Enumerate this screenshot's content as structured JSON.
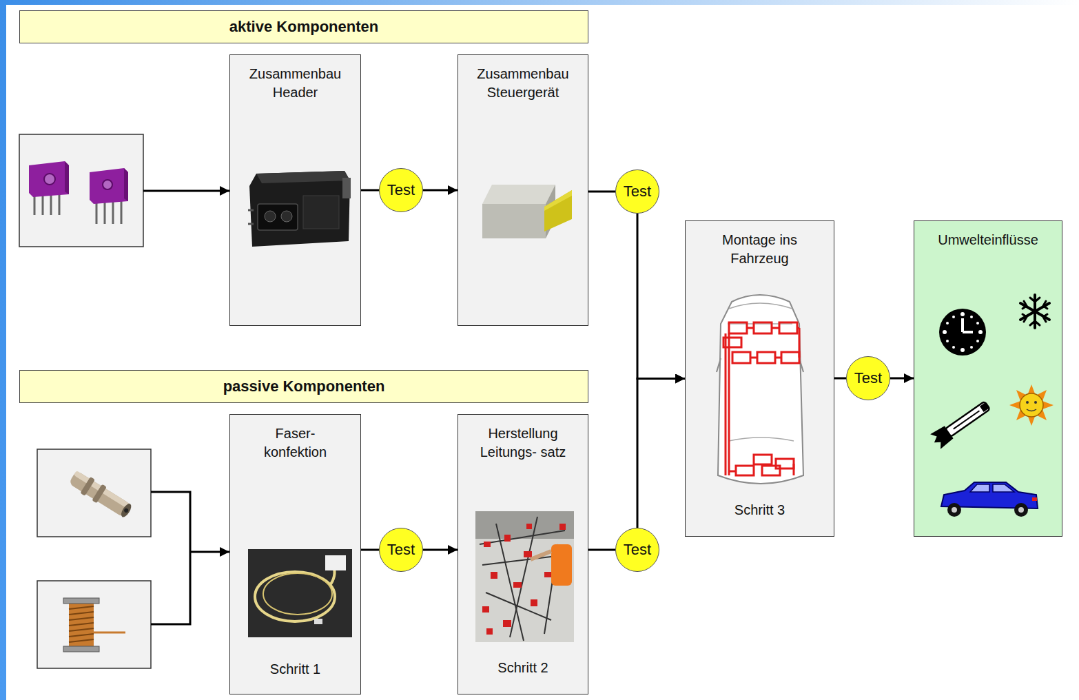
{
  "diagram": {
    "nodes": [
      {
        "text": [
          "aktive Komponenten"
        ]
      },
      {
        "text": [
          "Zusammenbau Header"
        ]
      },
      {
        "text": [
          "Test"
        ]
      },
      {
        "text": [
          "Zusammenbau Steuergerät"
        ]
      },
      {
        "text": [
          "Test"
        ]
      },
      {
        "text": [
          "passive Komponenten"
        ]
      },
      {
        "text": [
          "Faser- konfektion",
          "Schritt 1"
        ]
      },
      {
        "text": [
          "Test"
        ]
      },
      {
        "text": [
          "Herstellung Leitungs- satz",
          "Schritt 2"
        ]
      },
      {
        "text": [
          "Test"
        ]
      },
      {
        "text": [
          "Montage ins Fahrzeug",
          "Schritt 3"
        ]
      },
      {
        "text": [
          "Test"
        ]
      },
      {
        "text": [
          "Umwelteinflüsse"
        ]
      }
    ],
    "edges": [
      {
        "from": 1,
        "to": 2,
        "arrow": "none"
      },
      {
        "from": 2,
        "to": 3,
        "arrow": "to"
      },
      {
        "from": 3,
        "to": 4,
        "arrow": "none"
      },
      {
        "from": 4,
        "to": 10,
        "arrow": "to"
      },
      {
        "from": 6,
        "to": 7,
        "arrow": "none"
      },
      {
        "from": 7,
        "to": 8,
        "arrow": "to"
      },
      {
        "from": 8,
        "to": 9,
        "arrow": "none"
      },
      {
        "from": 9,
        "to": 10,
        "arrow": "to"
      },
      {
        "from": 10,
        "to": 11,
        "arrow": "none"
      },
      {
        "from": 11,
        "to": 12,
        "arrow": "to"
      }
    ]
  }
}
